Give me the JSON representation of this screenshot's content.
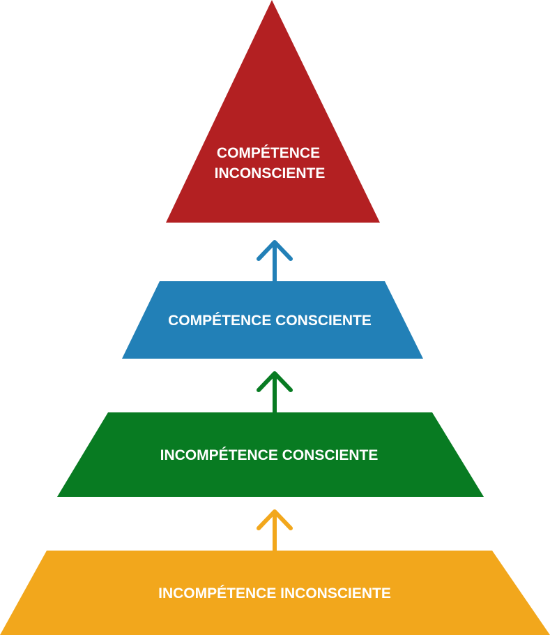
{
  "title": "Pyramid of competence stages",
  "levels": [
    {
      "id": "top",
      "lines": [
        "COMPÉTENCE",
        "INCONSCIENTE"
      ],
      "color": "#B32022"
    },
    {
      "id": "level3",
      "label": "COMPÉTENCE CONSCIENTE",
      "color": "#2280B7"
    },
    {
      "id": "level2",
      "label": "INCOMPÉTENCE CONSCIENTE",
      "color": "#087B22"
    },
    {
      "id": "level1",
      "label": "INCOMPÉTENCE INCONSCIENTE",
      "color": "#F2A71C"
    }
  ],
  "arrows": [
    {
      "icon": "arrow-up-icon",
      "color": "#2280B7"
    },
    {
      "icon": "arrow-up-icon",
      "color": "#087B22"
    },
    {
      "icon": "arrow-up-icon",
      "color": "#F2A71C"
    }
  ]
}
